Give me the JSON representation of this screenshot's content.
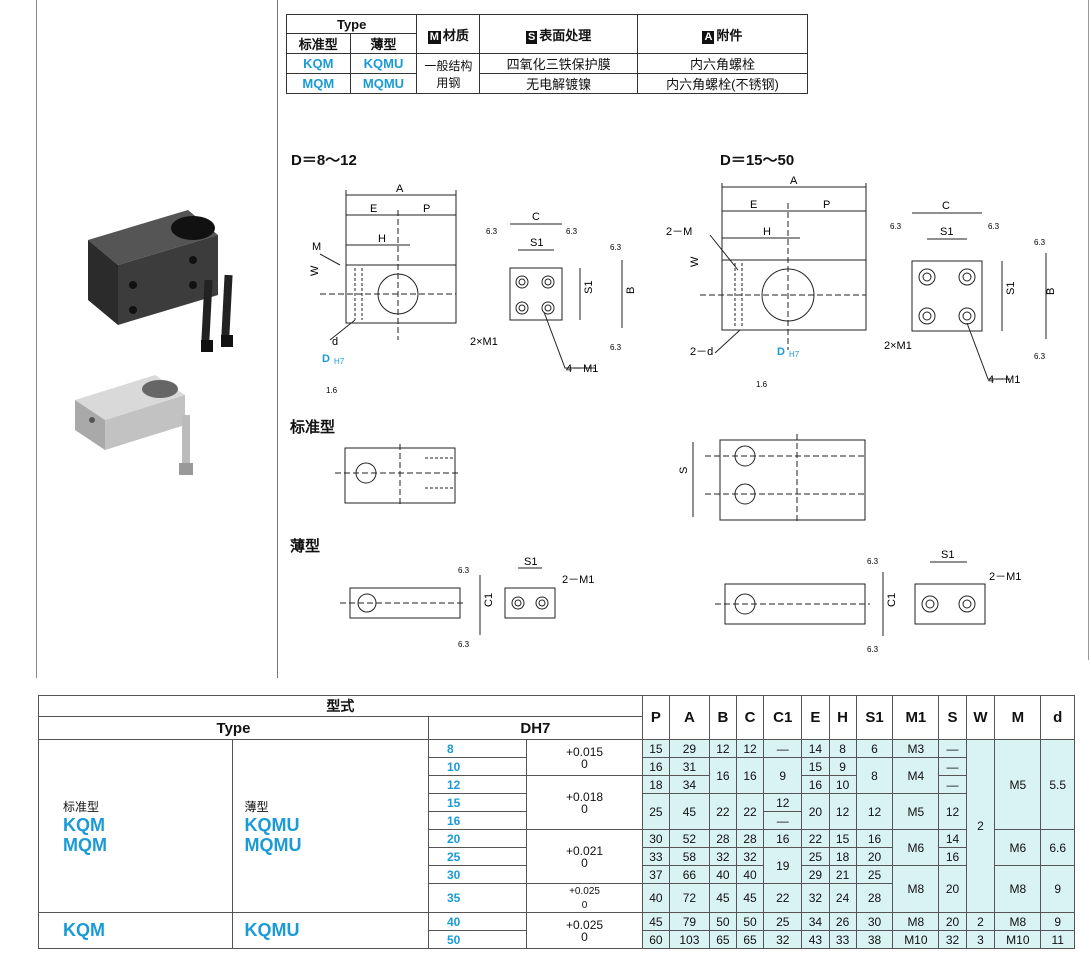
{
  "spec_table": {
    "type_label": "Type",
    "standard_label": "标准型",
    "thin_label": "薄型",
    "material_box": "M",
    "material_label": "材质",
    "surface_box": "S",
    "surface_label": "表面处理",
    "accessory_box": "A",
    "accessory_label": "附件",
    "rows": [
      {
        "std": "KQM",
        "thin": "KQMU",
        "surface": "四氧化三铁保护膜",
        "accessory": "内六角螺栓"
      },
      {
        "std": "MQM",
        "thin": "MQMU",
        "surface": "无电解镀镍",
        "accessory": "内六角螺栓(不锈钢)"
      }
    ],
    "material_value": "一般结构用钢"
  },
  "drawings": {
    "left_title": "D＝8～12",
    "right_title": "D＝15～50",
    "standard_heading": "标准型",
    "thin_heading": "薄型",
    "labels": {
      "A": "A",
      "E": "E",
      "P": "P",
      "H": "H",
      "M": "M",
      "W": "W",
      "d": "d",
      "D": "D",
      "H7": "H7",
      "C": "C",
      "S1": "S1",
      "B": "B",
      "twoM1": "2×M1",
      "fourM1": "4－M1",
      "twoMd": "2－M",
      "twod": "2－d",
      "r63": "6.3",
      "r16": "1.6",
      "S": "S",
      "C1": "C1",
      "twoM1b": "2－M1"
    }
  },
  "main_table": {
    "header_type_cn": "型式",
    "header_type": "Type",
    "header_dh7": "DH7",
    "columns": [
      "P",
      "A",
      "B",
      "C",
      "C1",
      "E",
      "H",
      "S1",
      "M1",
      "S",
      "W",
      "M",
      "d"
    ],
    "group1": {
      "std_cn": "标准型",
      "thin_cn": "薄型",
      "std1": "KQM",
      "thin1": "KQMU",
      "std2": "MQM",
      "thin2": "MQMU"
    },
    "group2": {
      "std": "KQM",
      "thin": "KQMU"
    },
    "tolerances": [
      "+0.015\n0",
      "+0.018\n0",
      "+0.021\n0",
      "+0.025\n0",
      "+0.025\n0"
    ],
    "rows": [
      {
        "D": "8",
        "P": "15",
        "A": "29",
        "B": "12",
        "C": "12",
        "C1": "—",
        "E": "14",
        "H": "8",
        "S1": "6",
        "M1": "M3",
        "S": "—"
      },
      {
        "D": "10",
        "P": "16",
        "A": "31",
        "E": "15",
        "H": "9",
        "S": "—"
      },
      {
        "D": "12",
        "P": "18",
        "A": "34",
        "E": "16",
        "H": "10",
        "S": "—"
      },
      {
        "D": "15"
      },
      {
        "D": "16"
      },
      {
        "D": "20",
        "P": "30",
        "A": "52",
        "B": "28",
        "C": "28",
        "C1": "16",
        "E": "22",
        "H": "15",
        "S1": "16",
        "S": "14"
      },
      {
        "D": "25",
        "P": "33",
        "A": "58",
        "B": "32",
        "C": "32",
        "E": "25",
        "H": "18",
        "S1": "20",
        "S": "16"
      },
      {
        "D": "30",
        "P": "37",
        "A": "66",
        "B": "40",
        "C": "40",
        "E": "29",
        "H": "21",
        "S1": "25"
      },
      {
        "D": "35",
        "P": "40",
        "A": "72",
        "B": "45",
        "C": "45",
        "C1": "22",
        "E": "32",
        "H": "24",
        "S1": "28"
      },
      {
        "D": "40",
        "P": "45",
        "A": "79",
        "B": "50",
        "C": "50",
        "C1": "25",
        "E": "34",
        "H": "26",
        "S1": "30",
        "M1": "M8",
        "S": "20",
        "W": "2",
        "M": "M8",
        "d": "9"
      },
      {
        "D": "50",
        "P": "60",
        "A": "103",
        "B": "65",
        "C": "65",
        "C1": "32",
        "E": "43",
        "H": "33",
        "S1": "38",
        "M1": "M10",
        "S": "32",
        "W": "3",
        "M": "M10",
        "d": "11"
      }
    ],
    "spans": {
      "B_1012": "16",
      "C_1012": "16",
      "C1_1012": "9",
      "S1_1012": "8",
      "M1_1012": "M4",
      "P_1516": "25",
      "A_1516": "45",
      "B_1516": "22",
      "C_1516": "22",
      "C1_15": "12",
      "C1_16": "—",
      "E_1516": "20",
      "H_1516": "12",
      "S1_1516": "12",
      "M1_1516": "M5",
      "S_1516": "12",
      "C1_2530": "19",
      "M1_2025": "M6",
      "M1_3035": "M8",
      "S_3035": "20",
      "W_1035": "2",
      "M_816": "M5",
      "d_816": "5.5",
      "M_2025": "M6",
      "d_2025": "6.6",
      "M_3035": "M8",
      "d_3035": "9"
    }
  }
}
